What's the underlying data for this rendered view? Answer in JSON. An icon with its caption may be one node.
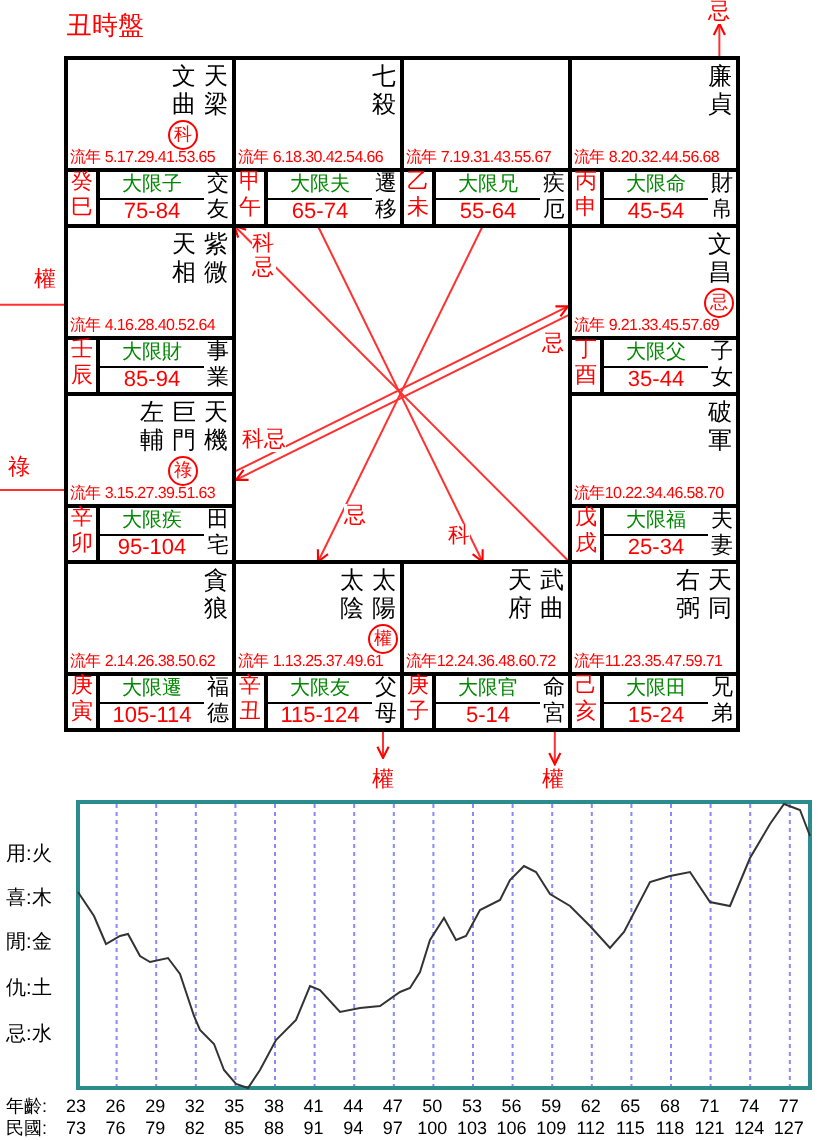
{
  "diagram": {
    "title": "丑時盤",
    "nodes": [
      {
        "text": [
          "天梁",
          "文曲",
          "流年 5.17.29.41.53.65",
          "癸巳",
          "大限子",
          "75-84",
          "交友"
        ]
      },
      {
        "text": [
          "七殺",
          "流年 6.18.30.42.54.66",
          "甲午",
          "大限夫",
          "65-74",
          "遷移"
        ]
      },
      {
        "text": [
          "流年 7.19.31.43.55.67",
          "乙未",
          "大限兄",
          "55-64",
          "疾厄"
        ]
      },
      {
        "text": [
          "廉貞",
          "流年 8.20.32.44.56.68",
          "丙申",
          "大限命",
          "45-54",
          "財帛"
        ]
      },
      {
        "text": [
          "紫微",
          "天相",
          "流年 4.16.28.40.52.64",
          "壬辰",
          "大限財",
          "85-94",
          "事業"
        ]
      },
      {
        "text": [
          "文昌",
          "流年 9.21.33.45.57.69",
          "丁酉",
          "大限父",
          "35-44",
          "子女"
        ]
      },
      {
        "text": [
          "天機",
          "巨門",
          "左輔",
          "流年 3.15.27.39.51.63",
          "辛卯",
          "大限疾",
          "95-104",
          "田宅"
        ]
      },
      {
        "text": [
          "破軍",
          "流年10.22.34.46.58.70",
          "戊戌",
          "大限福",
          "25-34",
          "夫妻"
        ]
      },
      {
        "text": [
          "貪狼",
          "流年 2.14.26.38.50.62",
          "庚寅",
          "大限遷",
          "105-114",
          "福德"
        ]
      },
      {
        "text": [
          "太陽",
          "太陰",
          "流年 1.13.25.37.49.61",
          "辛丑",
          "大限友",
          "115-124",
          "父母"
        ]
      },
      {
        "text": [
          "武曲",
          "天府",
          "流年12.24.36.48.60.72",
          "庚子",
          "大限官",
          "5-14",
          "命宮"
        ]
      },
      {
        "text": [
          "天同",
          "右弼",
          "流年11.23.35.47.59.71",
          "己亥",
          "大限田",
          "15-24",
          "兄弟"
        ]
      },
      {
        "text": [
          "科"
        ],
        "in": 0
      },
      {
        "text": [
          "忌"
        ],
        "in": 5
      },
      {
        "text": [
          "祿"
        ],
        "in": 6
      },
      {
        "text": [
          "權"
        ],
        "in": 9
      }
    ],
    "edges": [
      {
        "from": 7,
        "to": 4,
        "arrow": "to",
        "label": "科忌"
      },
      {
        "from": 2,
        "to": 9,
        "arrow": "to",
        "label": "忌"
      },
      {
        "from": 1,
        "to": 10,
        "arrow": "to",
        "label": "科"
      },
      {
        "from": 6,
        "to": 5,
        "arrow": "to",
        "label": "忌"
      },
      {
        "from": 5,
        "to": 6,
        "arrow": "to",
        "label": "科忌"
      },
      {
        "from": 3,
        "to": null,
        "arrow": "to",
        "label": "忌"
      },
      {
        "from": 4,
        "to": null,
        "arrow": "to",
        "label": "權"
      },
      {
        "from": 6,
        "to": null,
        "arrow": "to",
        "label": "祿"
      },
      {
        "from": 15,
        "to": null,
        "arrow": "to",
        "label": "權"
      },
      {
        "from": 10,
        "to": null,
        "arrow": "to",
        "label": "權"
      }
    ],
    "labels": [
      "用:火",
      "喜:木",
      "閒:金",
      "仇:土",
      "忌:水",
      "年齡:",
      "23",
      "26",
      "29",
      "32",
      "35",
      "38",
      "41",
      "44",
      "47",
      "50",
      "53",
      "56",
      "59",
      "62",
      "65",
      "68",
      "71",
      "74",
      "77",
      "民國:",
      "73",
      "76",
      "79",
      "82",
      "85",
      "88",
      "91",
      "94",
      "97",
      "100",
      "103",
      "106",
      "109",
      "112",
      "115",
      "118",
      "121",
      "124",
      "127"
    ]
  }
}
